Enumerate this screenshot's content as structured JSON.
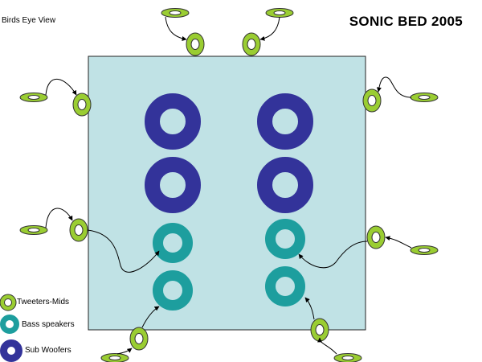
{
  "header": {
    "view_label": "Birds Eye View",
    "title": "SONIC BED 2005"
  },
  "legend": {
    "items": [
      {
        "label": "Tweeters-Mids",
        "kind": "tweeter"
      },
      {
        "label": "Bass speakers",
        "kind": "bass"
      },
      {
        "label": "Sub Woofers",
        "kind": "sub"
      }
    ]
  },
  "colors": {
    "bed_fill": "#c0e2e5",
    "bed_stroke": "#222222",
    "sub_woofer": "#33339a",
    "bass_speaker": "#1d9e9e",
    "tweeter": "#9acd32",
    "outline": "#333333",
    "arrow": "#000000"
  },
  "icons": {
    "tweeter": "tweeter-speaker-icon",
    "bass": "bass-speaker-icon",
    "sub": "sub-woofer-icon"
  }
}
